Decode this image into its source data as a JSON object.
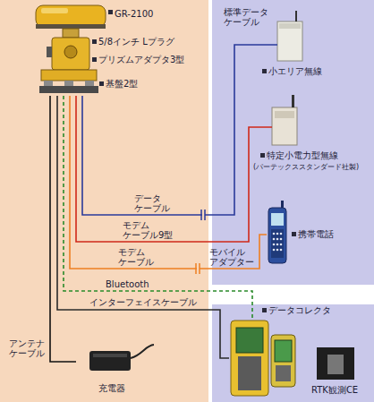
{
  "diagram": {
    "nodes": [
      {
        "text": [
          "GR-2100"
        ]
      },
      {
        "text": [
          "小エリア無線"
        ]
      },
      {
        "text": [
          "特定小電力型無線",
          "(パーテックススタンダード社製)"
        ]
      },
      {
        "text": [
          "携帯電話"
        ]
      },
      {
        "text": [
          "データコレクタ"
        ]
      },
      {
        "text": [
          "充電器"
        ]
      },
      {
        "text": [
          "RTK観測CE"
        ]
      }
    ],
    "edges": [
      {
        "from": 0,
        "to": 1,
        "label": "データ ケーブル",
        "arrow": "none"
      },
      {
        "from": 0,
        "to": 2,
        "label": "モデム ケーブル9型",
        "arrow": "none"
      },
      {
        "from": 0,
        "to": 3,
        "label": "モデム ケーブル",
        "arrow": "none"
      },
      {
        "from": 0,
        "to": 4,
        "label": "Bluetooth",
        "arrow": "none"
      },
      {
        "from": 0,
        "to": 4,
        "label": "インターフェイスケーブル",
        "arrow": "none"
      },
      {
        "from": 0,
        "to": 5,
        "label": "アンテナ ケーブル",
        "arrow": "none"
      }
    ],
    "labels": [
      "5/8インチ Lプラグ",
      "プリズムアダプタ3型",
      "基盤2型",
      "標準データ ケーブル",
      "モバイル アダプター"
    ]
  }
}
